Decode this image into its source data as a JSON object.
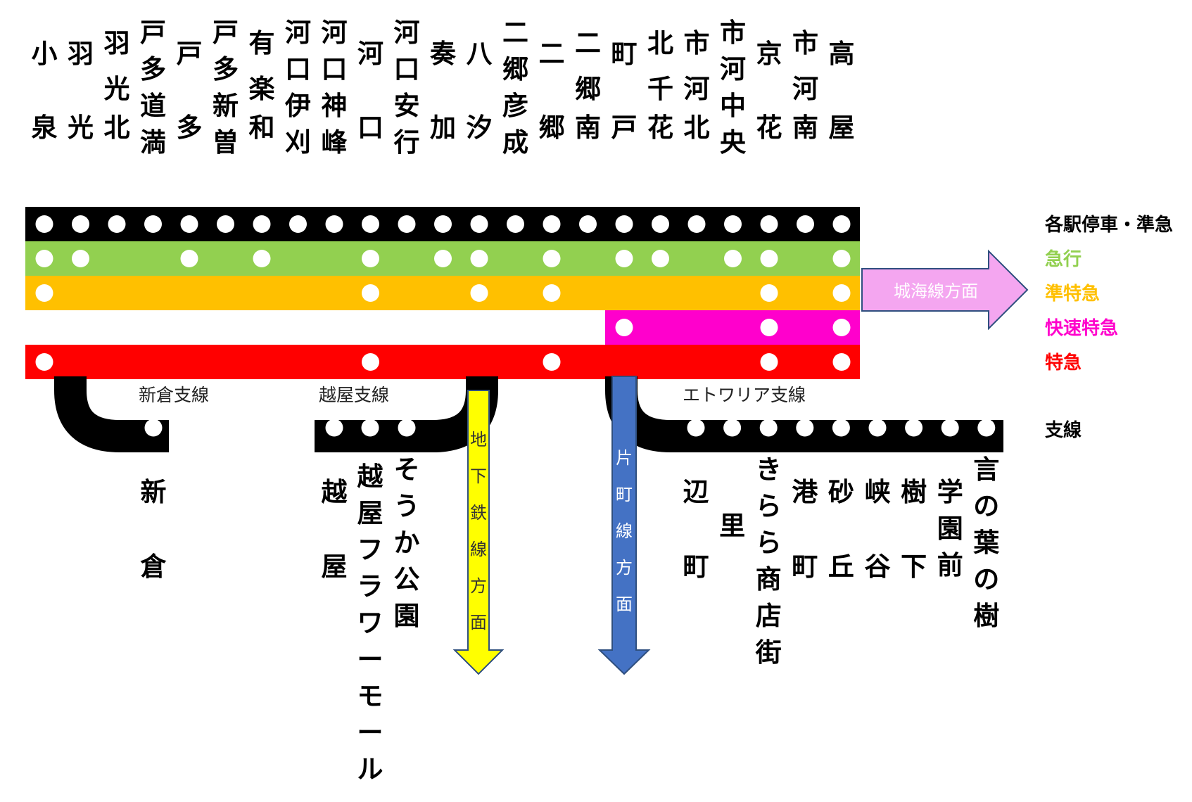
{
  "main_stations": [
    "小泉",
    "羽光",
    "羽光北",
    "戸多道満",
    "戸多",
    "戸多新曽",
    "有楽和",
    "河口伊刈",
    "河口神峰",
    "河口",
    "河口安行",
    "奏加",
    "八汐",
    "二郷彦成",
    "二郷",
    "二郷南",
    "町戸",
    "北千花",
    "市河北",
    "市河中央",
    "京花",
    "市河南",
    "高屋"
  ],
  "services": [
    {
      "name": "各駅停車・準急",
      "color": "#000000",
      "stops": [
        0,
        1,
        2,
        3,
        4,
        5,
        6,
        7,
        8,
        9,
        10,
        11,
        12,
        13,
        14,
        15,
        16,
        17,
        18,
        19,
        20,
        21,
        22
      ]
    },
    {
      "name": "急行",
      "color": "#92D050",
      "stops": [
        0,
        1,
        4,
        6,
        9,
        11,
        12,
        14,
        16,
        17,
        19,
        20,
        22
      ]
    },
    {
      "name": "準特急",
      "color": "#FFC000",
      "stops": [
        0,
        9,
        12,
        14,
        20,
        22
      ]
    },
    {
      "name": "快速特急",
      "color": "#FF00CC",
      "stops": [
        16,
        20,
        22
      ]
    },
    {
      "name": "特急",
      "color": "#FF0000",
      "stops": [
        0,
        9,
        14,
        20,
        22
      ]
    }
  ],
  "branch_legend": "支線",
  "branches": [
    {
      "label": "新倉支線",
      "stations": [
        "新倉"
      ]
    },
    {
      "label": "越屋支線",
      "stations": [
        "越屋",
        "越屋フラワーモール",
        "そうか公園"
      ]
    },
    {
      "label": "エトワリア支線",
      "stations": [
        "辺町",
        "里",
        "きらら商店街",
        "港町",
        "砂丘",
        "峡谷",
        "樹下",
        "学園前",
        "言の葉の樹"
      ]
    }
  ],
  "directions": [
    {
      "label": "城海線方面",
      "color": "#F4A6F0"
    },
    {
      "label": "地下鉄線方面",
      "color": "#FFFF00"
    },
    {
      "label": "片町線方面",
      "color": "#4472C4"
    }
  ]
}
